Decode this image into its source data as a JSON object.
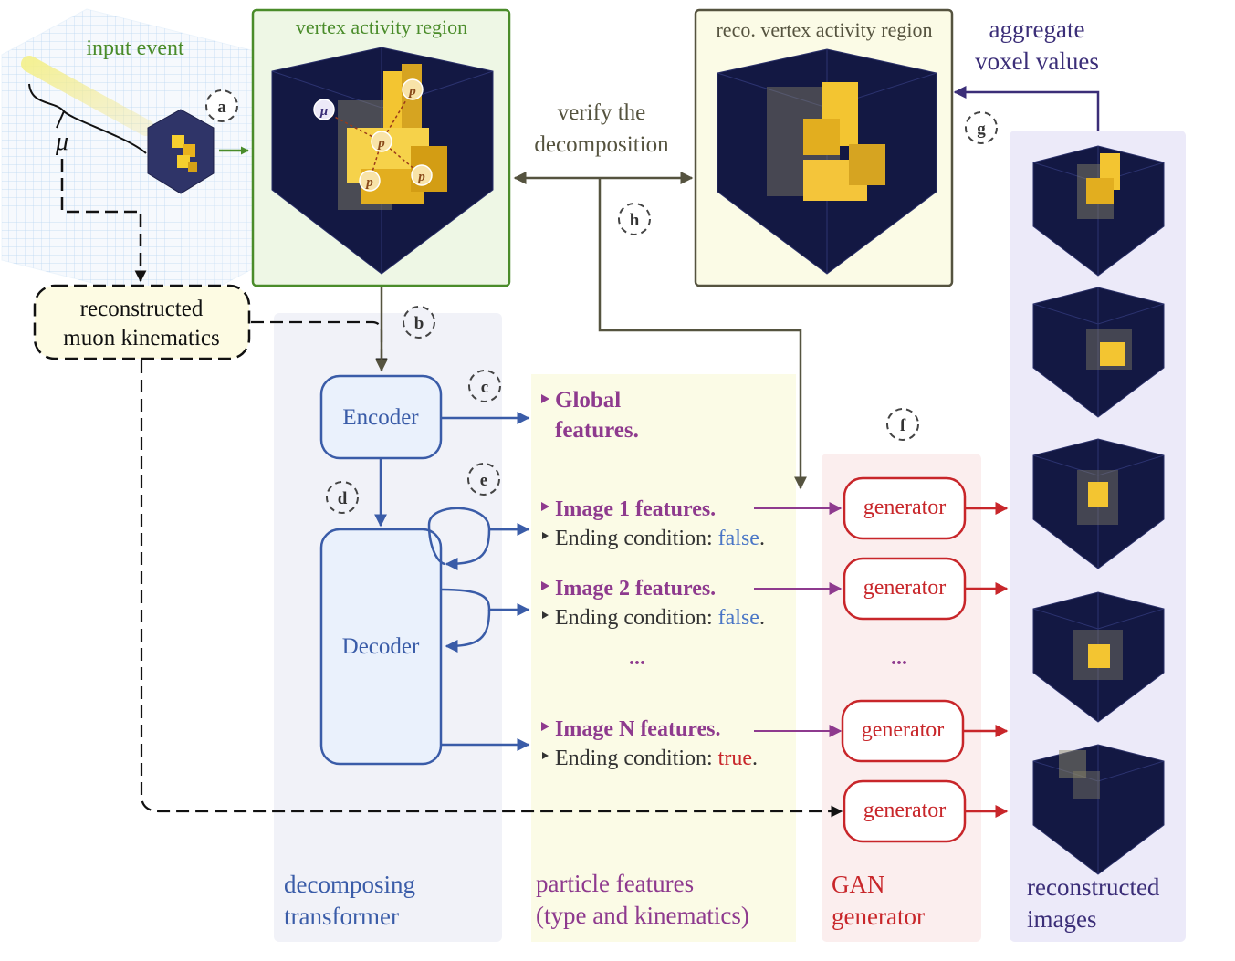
{
  "input_event": {
    "title": "input event",
    "muon_symbol": "μ"
  },
  "vertex_region": {
    "title": "vertex activity region",
    "muon_label": "μ",
    "proton_label": "p"
  },
  "reco_region": {
    "title": "reco. vertex activity region"
  },
  "aggregate": {
    "line1": "aggregate",
    "line2": "voxel values"
  },
  "verify": {
    "line1": "verify the",
    "line2": "decomposition"
  },
  "muon_kinematics": {
    "line1": "reconstructed",
    "line2": "muon kinematics"
  },
  "steps": {
    "a": "a",
    "b": "b",
    "c": "c",
    "d": "d",
    "e": "e",
    "f": "f",
    "g": "g",
    "h": "h"
  },
  "transformer": {
    "encoder": "Encoder",
    "decoder": "Decoder",
    "panel_line1": "decomposing",
    "panel_line2": "transformer"
  },
  "features": {
    "global_line1": "Global",
    "global_line2": "features.",
    "items": [
      {
        "title": "Image 1 features.",
        "ending_prefix": "Ending condition: ",
        "ending_value": "false",
        "ending_suffix": "."
      },
      {
        "title": "Image 2 features.",
        "ending_prefix": "Ending condition: ",
        "ending_value": "false",
        "ending_suffix": "."
      },
      {
        "title": "Image N features.",
        "ending_prefix": "Ending condition: ",
        "ending_value": "true",
        "ending_suffix": "."
      }
    ],
    "ellipsis": "...",
    "panel_line1": "particle features",
    "panel_line2": "(type and kinematics)"
  },
  "gan": {
    "generator_label": "generator",
    "ellipsis": "...",
    "panel_line1": "GAN",
    "panel_line2": "generator"
  },
  "reconstructed": {
    "panel_line1": "reconstructed",
    "panel_line2": "images"
  },
  "colors": {
    "green": "#4a8c2a",
    "dark_olive": "#55533f",
    "blue": "#3a5ca8",
    "purple": "#8e3a8e",
    "red": "#c8262a",
    "navy": "#3b2e78",
    "false_color": "#4a76c6",
    "true_color": "#c8262a"
  }
}
